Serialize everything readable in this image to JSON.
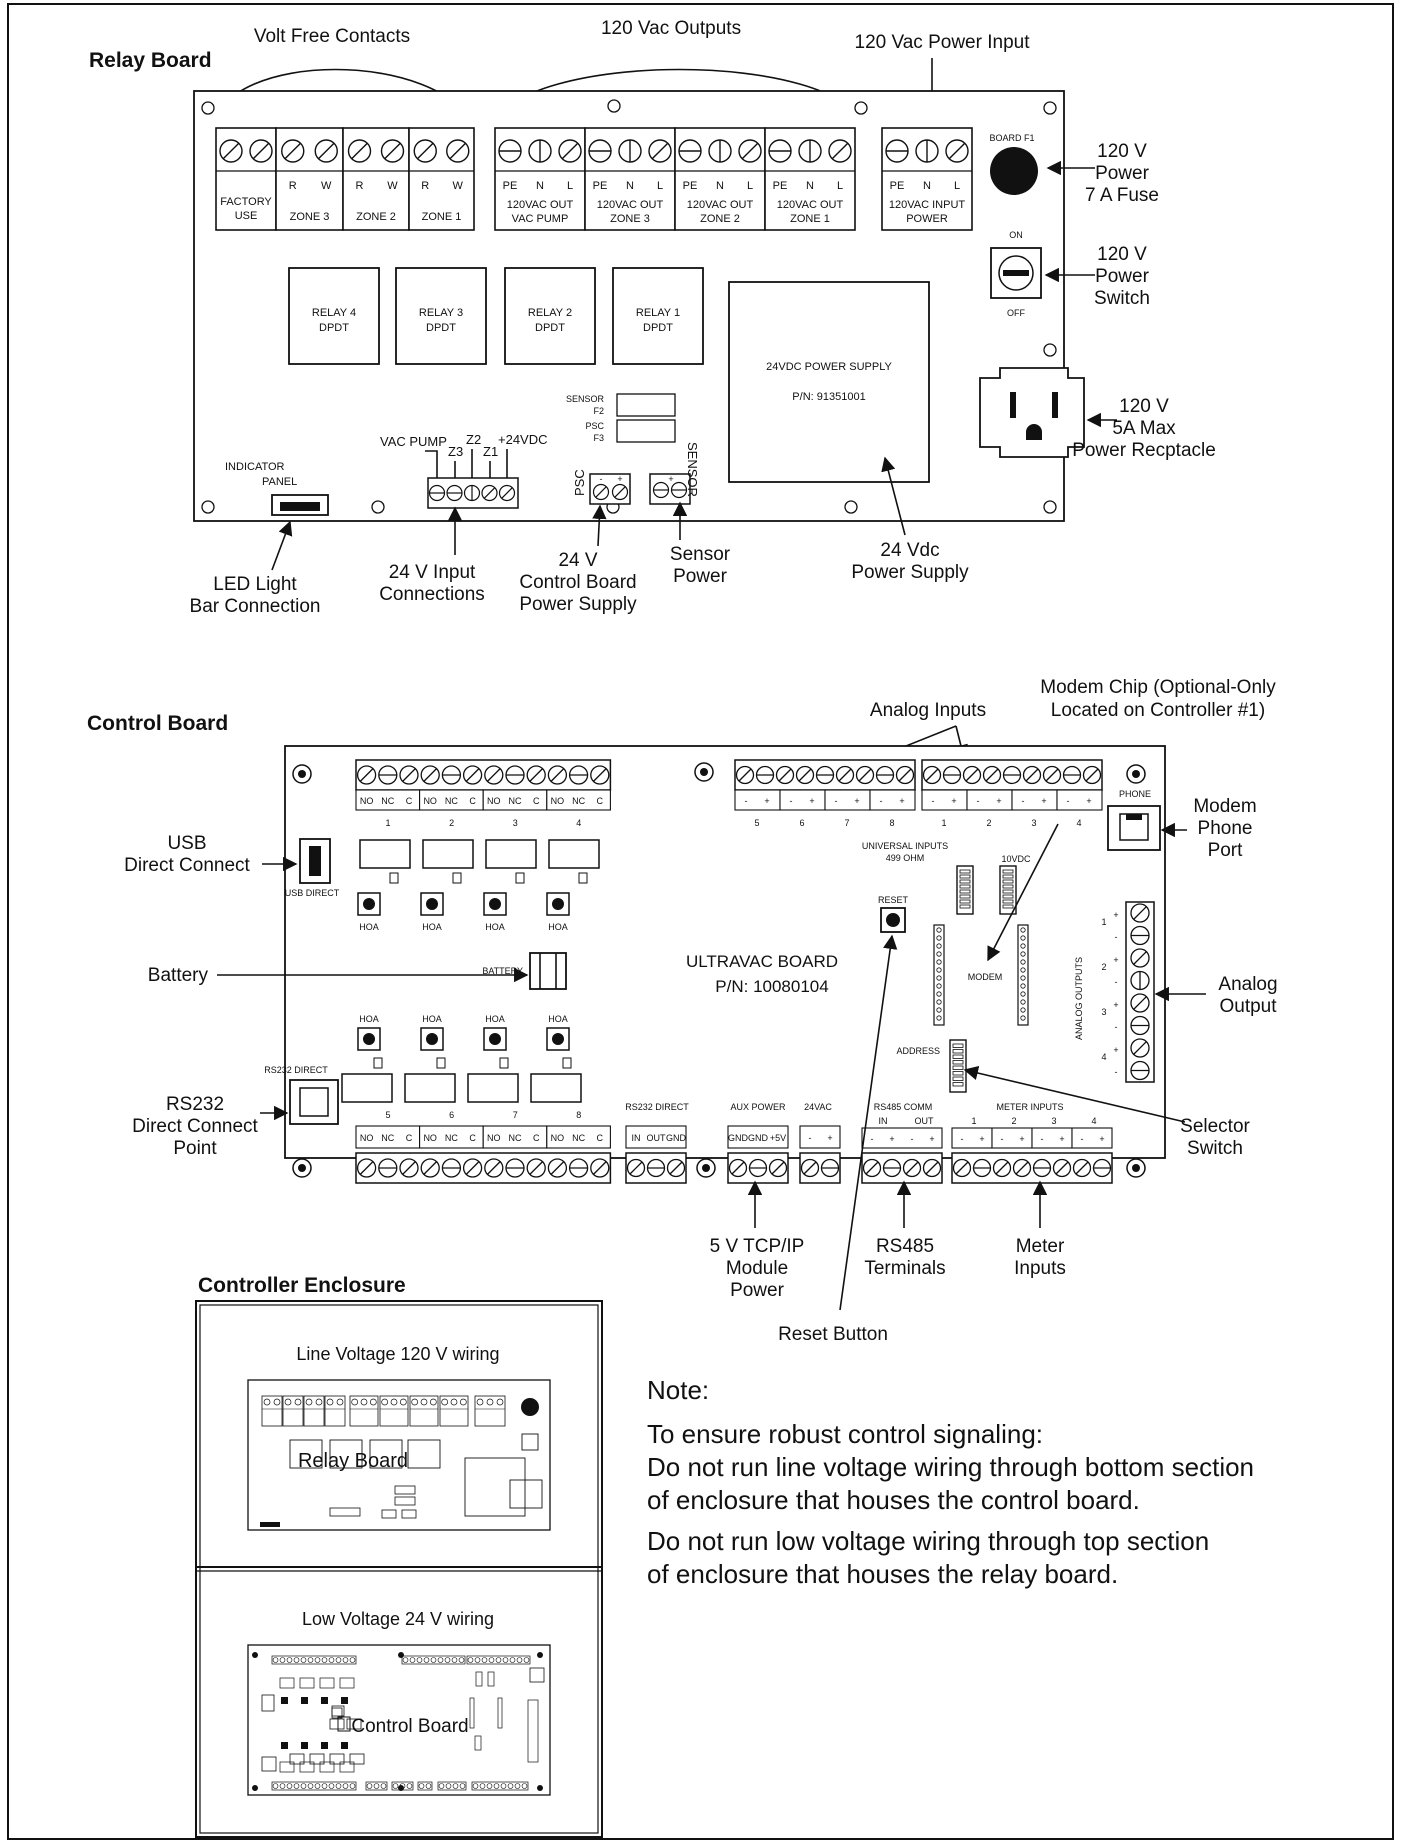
{
  "relay_board": {
    "heading": "Relay Board",
    "volt_free_contacts": "Volt Free Contacts",
    "vac_outputs": "120 Vac Outputs",
    "vac_power_input": "120 Vac Power Input",
    "terminal_groups": [
      {
        "label1": "FACTORY",
        "label2": "USE",
        "pins": [
          "",
          ""
        ]
      },
      {
        "label1": "ZONE 3",
        "label2": "",
        "pins": [
          "R",
          "W"
        ]
      },
      {
        "label1": "ZONE 2",
        "label2": "",
        "pins": [
          "R",
          "W"
        ]
      },
      {
        "label1": "ZONE 1",
        "label2": "",
        "pins": [
          "R",
          "W"
        ]
      },
      {
        "label1": "120VAC OUT",
        "label2": "VAC PUMP",
        "pins": [
          "PE",
          "N",
          "L"
        ]
      },
      {
        "label1": "120VAC OUT",
        "label2": "ZONE 3",
        "pins": [
          "PE",
          "N",
          "L"
        ]
      },
      {
        "label1": "120VAC OUT",
        "label2": "ZONE 2",
        "pins": [
          "PE",
          "N",
          "L"
        ]
      },
      {
        "label1": "120VAC OUT",
        "label2": "ZONE 1",
        "pins": [
          "PE",
          "N",
          "L"
        ]
      },
      {
        "label1": "120VAC INPUT",
        "label2": "POWER",
        "pins": [
          "PE",
          "N",
          "L"
        ]
      }
    ],
    "relays": [
      {
        "name": "RELAY 4",
        "type": "DPDT"
      },
      {
        "name": "RELAY 3",
        "type": "DPDT"
      },
      {
        "name": "RELAY 2",
        "type": "DPDT"
      },
      {
        "name": "RELAY 1",
        "type": "DPDT"
      }
    ],
    "power_supply": {
      "name": "24VDC POWER SUPPLY",
      "pn": "P/N: 91351001"
    },
    "board_fuse": "BOARD F1",
    "switch_on": "ON",
    "switch_off": "OFF",
    "fuse_sensor": [
      "SENSOR",
      "F2"
    ],
    "fuse_psc": [
      "PSC",
      "F3"
    ],
    "input_labels": {
      "vac_pump": "VAC PUMP",
      "z3": "Z3",
      "z2": "Z2",
      "z1": "Z1",
      "v24": "+24VDC"
    },
    "indicator_panel": [
      "INDICATOR",
      "PANEL"
    ],
    "psc": "PSC",
    "sensor": "SENSOR",
    "callouts": {
      "fuse": [
        "120 V",
        "Power",
        "7 A Fuse"
      ],
      "switch": [
        "120 V",
        "Power",
        "Switch"
      ],
      "receptacle": [
        "120 V",
        "5A Max",
        "Power Recptacle"
      ],
      "led": [
        "LED Light",
        "Bar Connection"
      ],
      "input_conn": [
        "24 V Input",
        "Connections"
      ],
      "ctrl_supply": [
        "24 V",
        "Control Board",
        "Power Supply"
      ],
      "sensor_power": [
        "Sensor",
        "Power"
      ],
      "vdc_supply": [
        "24 Vdc",
        "Power Supply"
      ]
    }
  },
  "control_board": {
    "heading": "Control Board",
    "analog_inputs": "Analog Inputs",
    "modem_chip": [
      "Modem Chip (Optional-Only",
      "Located on Controller #1)"
    ],
    "board_name": "ULTRAVAC BOARD",
    "board_pn": "P/N: 10080104",
    "relay_pins": [
      "NO",
      "NC",
      "C"
    ],
    "top_relays": [
      "1",
      "2",
      "3",
      "4"
    ],
    "bottom_relays": [
      "5",
      "6",
      "7",
      "8"
    ],
    "hoa": "HOA",
    "usb_direct": "USB DIRECT",
    "battery": "BATTERY",
    "rs232_direct": "RS232 DIRECT",
    "universal_inputs": [
      "UNIVERSAL INPUTS",
      "499 OHM"
    ],
    "vdc10": "10VDC",
    "reset": "RESET",
    "modem": "MODEM",
    "address": "ADDRESS",
    "phone": "PHONE",
    "analog_outputs": "ANALOG OUTPUTS",
    "analog_channels": [
      "5",
      "6",
      "7",
      "8",
      "1",
      "2",
      "3",
      "4"
    ],
    "ao_channels": [
      "1",
      "2",
      "3",
      "4"
    ],
    "rs232_pins": [
      "IN",
      "OUT",
      "GND"
    ],
    "aux_power": "AUX POWER",
    "aux_pins": [
      "GND",
      "GND",
      "+5V"
    ],
    "vac24": "24VAC",
    "rs485": "RS485 COMM",
    "rs485_in": "IN",
    "rs485_out": "OUT",
    "meter_inputs": "METER INPUTS",
    "meter_channels": [
      "1",
      "2",
      "3",
      "4"
    ],
    "callouts": {
      "usb": [
        "USB",
        "Direct Connect"
      ],
      "battery": "Battery",
      "rs232": [
        "RS232",
        "Direct Connect",
        "Point"
      ],
      "modem_port": [
        "Modem",
        "Phone",
        "Port"
      ],
      "analog_output": [
        "Analog",
        "Output"
      ],
      "selector": [
        "Selector",
        "Switch"
      ],
      "tcpip": [
        "5 V TCP/IP",
        "Module",
        "Power"
      ],
      "rs485": [
        "RS485",
        "Terminals"
      ],
      "meter": [
        "Meter",
        "Inputs"
      ],
      "reset": "Reset Button"
    }
  },
  "enclosure": {
    "heading": "Controller Enclosure",
    "line_voltage": "Line Voltage 120 V wiring",
    "relay_board_label": "Relay Board",
    "low_voltage": "Low Voltage 24 V wiring",
    "control_board_label": "Control Board"
  },
  "note": {
    "title": "Note:",
    "intro": "To ensure robust control signaling:",
    "line1": "Do not run line voltage wiring through bottom section",
    "line2": "of enclosure that houses the control board.",
    "line3": "Do not run low voltage wiring through top section",
    "line4": "of enclosure that houses the relay board."
  }
}
